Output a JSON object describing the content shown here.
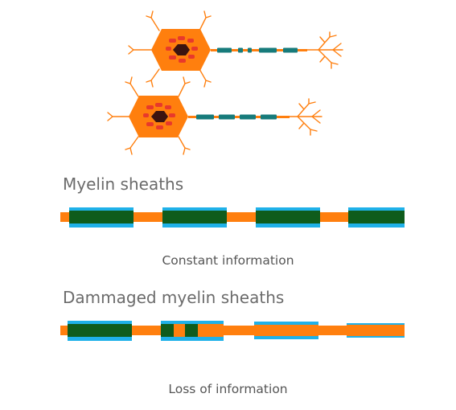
{
  "colors": {
    "axon": "#ff7f0e",
    "myelin": "#1fb1e9",
    "myelin_core": "#0f5c1c",
    "soma": "#ff7f0e",
    "organelle": "#e8392b",
    "nucleus": "#3b1410",
    "node_teal": "#177b7b",
    "text": "#6b6b6b"
  },
  "sections": {
    "healthy": {
      "title": "Myelin sheaths",
      "caption": "Constant information"
    },
    "damaged": {
      "title": "Dammaged myelin sheaths",
      "caption": "Loss of information"
    }
  }
}
